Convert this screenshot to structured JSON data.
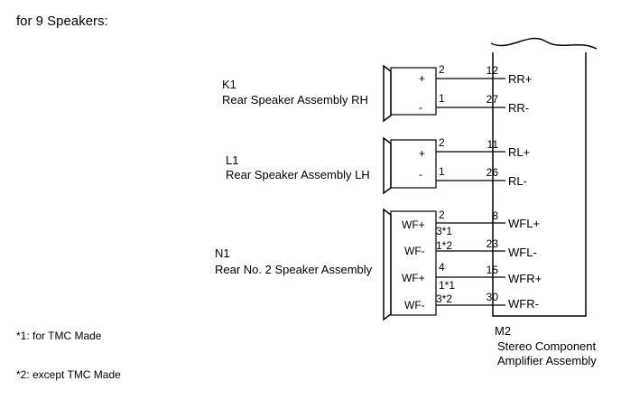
{
  "heading": "for 9 Speakers:",
  "components": {
    "k1": {
      "code": "K1",
      "name": "Rear Speaker Assembly RH",
      "terminals": [
        "+",
        "-"
      ]
    },
    "l1": {
      "code": "L1",
      "name": "Rear Speaker Assembly LH",
      "terminals": [
        "+",
        "-"
      ]
    },
    "n1": {
      "code": "N1",
      "name": "Rear No. 2 Speaker Assembly",
      "terminals": [
        "WF+",
        "WF-",
        "WF+",
        "WF-"
      ]
    },
    "m2": {
      "code": "M2",
      "name_line1": "Stereo Component",
      "name_line2": "Amplifier Assembly"
    }
  },
  "wires": [
    {
      "from_pin": "2",
      "to_pin": "12",
      "signal": "RR+"
    },
    {
      "from_pin": "1",
      "to_pin": "27",
      "signal": "RR-"
    },
    {
      "from_pin": "2",
      "to_pin": "11",
      "signal": "RL+"
    },
    {
      "from_pin": "1",
      "to_pin": "26",
      "signal": "RL-"
    },
    {
      "from_pin": "2",
      "alt_pin": "3*1",
      "to_pin": "8",
      "signal": "WFL+"
    },
    {
      "from_pin": "1*2",
      "to_pin": "23",
      "signal": "WFL-"
    },
    {
      "from_pin": "4",
      "alt_pin": "1*1",
      "to_pin": "15",
      "signal": "WFR+"
    },
    {
      "from_pin": "3*2",
      "to_pin": "30",
      "signal": "WFR-"
    }
  ],
  "notes": [
    "*1: for TMC Made",
    "*2: except TMC Made"
  ]
}
